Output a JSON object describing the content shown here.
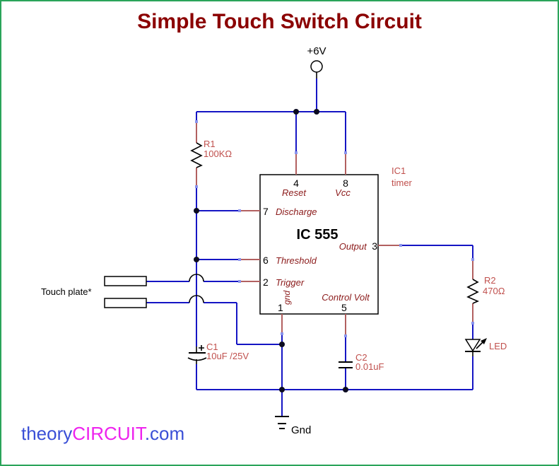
{
  "title": "Simple Touch Switch Circuit",
  "power": {
    "label": "+6V"
  },
  "ic": {
    "name": "IC 555",
    "ref": "IC1",
    "ref_type": "timer",
    "pins": {
      "reset": {
        "num": "4",
        "label": "Reset"
      },
      "vcc": {
        "num": "8",
        "label": "Vcc"
      },
      "discharge": {
        "num": "7",
        "label": "Discharge"
      },
      "output": {
        "num": "3",
        "label": "Output"
      },
      "threshold": {
        "num": "6",
        "label": "Threshold"
      },
      "trigger": {
        "num": "2",
        "label": "Trigger"
      },
      "gnd": {
        "num": "1",
        "label": "gnd"
      },
      "control": {
        "num": "5",
        "label": "Control Volt"
      }
    }
  },
  "components": {
    "r1": {
      "ref": "R1",
      "value": "100KΩ"
    },
    "r2": {
      "ref": "R2",
      "value": "470Ω"
    },
    "c1": {
      "ref": "C1",
      "value": "10uF /25V"
    },
    "c2": {
      "ref": "C2",
      "value": "0.01uF"
    },
    "led": {
      "label": "LED"
    }
  },
  "touch_plate": {
    "label": "Touch plate*"
  },
  "ground": {
    "label": "Gnd"
  },
  "watermark": {
    "prefix": "theory",
    "brand": "CIRCUIT",
    "suffix": ".com"
  },
  "colors": {
    "wire": "#1515c4",
    "pin_stub": "#b26060",
    "component_label": "#c0504d",
    "pin_name": "#8b1a1a",
    "title": "#8b0000",
    "border": "#2aa45a",
    "watermark_blue": "#3a4fd6",
    "watermark_magenta": "#ee22ee"
  }
}
